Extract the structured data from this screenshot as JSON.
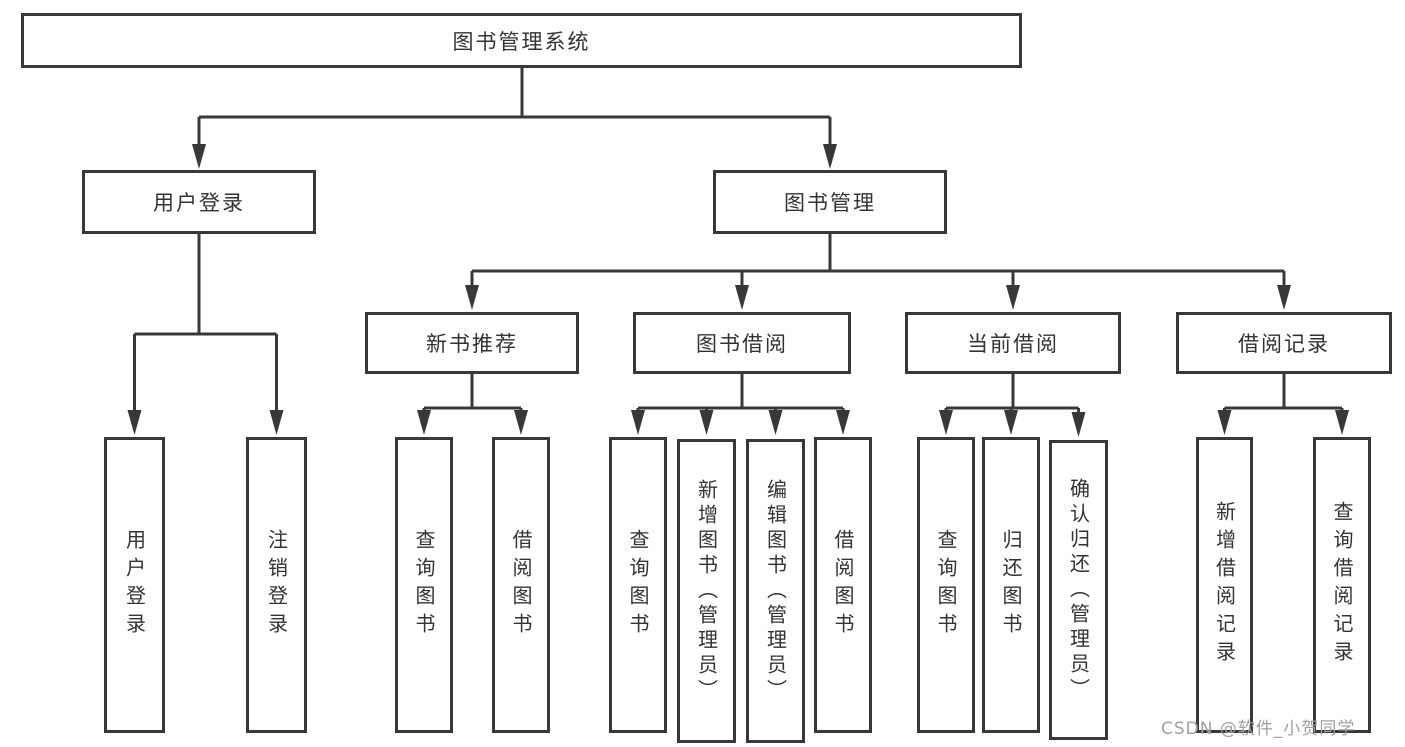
{
  "tree": {
    "root": {
      "label": "图书管理系统"
    },
    "branches": [
      {
        "label": "用户登录",
        "children": [
          {
            "label": "用户登录"
          },
          {
            "label": "注销登录"
          }
        ]
      },
      {
        "label": "图书管理",
        "sections": [
          {
            "label": "新书推荐",
            "children": [
              {
                "label": "查询图书"
              },
              {
                "label": "借阅图书"
              }
            ]
          },
          {
            "label": "图书借阅",
            "children": [
              {
                "label": "查询图书"
              },
              {
                "label": "新增图书（管理员）"
              },
              {
                "label": "编辑图书（管理员）"
              },
              {
                "label": "借阅图书"
              }
            ]
          },
          {
            "label": "当前借阅",
            "children": [
              {
                "label": "查询图书"
              },
              {
                "label": "归还图书"
              },
              {
                "label": "确认归还（管理员）"
              }
            ]
          },
          {
            "label": "借阅记录",
            "children": [
              {
                "label": "新增借阅记录"
              },
              {
                "label": "查询借阅记录"
              }
            ]
          }
        ]
      }
    ]
  },
  "watermark": {
    "text": "CSDN @软件_小贺同学"
  },
  "colors": {
    "line": "#383838",
    "box_border": "#383838",
    "text": "#333333",
    "background": "#ffffff",
    "watermark": "#9f9f9f"
  }
}
